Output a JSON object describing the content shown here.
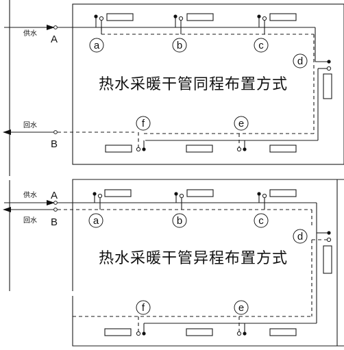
{
  "top": {
    "title": "热水采暖干管同程布置方式",
    "supply_label": "供水",
    "return_label": "回水",
    "point_a": "A",
    "point_b": "B",
    "nodes": [
      "a",
      "b",
      "c",
      "d",
      "e",
      "f"
    ]
  },
  "bottom": {
    "title": "热水采暖干管异程布置方式",
    "supply_label": "供水",
    "return_label": "回水",
    "point_a": "A",
    "point_b": "B",
    "nodes": [
      "a",
      "b",
      "c",
      "d",
      "e",
      "f"
    ]
  }
}
